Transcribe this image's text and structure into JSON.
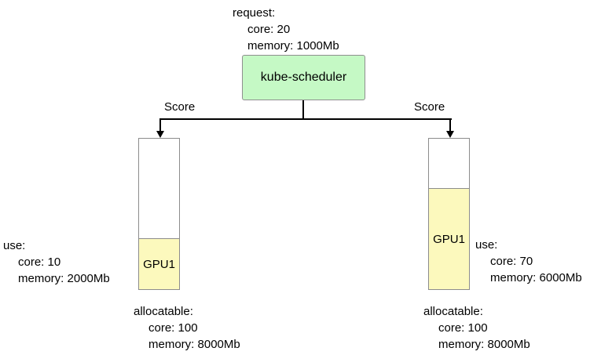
{
  "colors": {
    "scheduler_fill": "#c5f9c5",
    "gpu_fill": "#fcf9bd",
    "box_border": "#8c8c8c",
    "line": "#000000"
  },
  "request": {
    "title": "request:",
    "lines": [
      "core: 20",
      "memory: 1000Mb"
    ]
  },
  "scheduler": {
    "label": "kube-scheduler"
  },
  "edges": {
    "left_label": "Score",
    "right_label": "Score"
  },
  "nodes": [
    {
      "gpu_label": "GPU1",
      "use": {
        "title": "use:",
        "lines": [
          "core: 10",
          "memory: 2000Mb"
        ]
      },
      "allocatable": {
        "title": "allocatable:",
        "lines": [
          "core: 100",
          "memory: 8000Mb"
        ]
      }
    },
    {
      "gpu_label": "GPU1",
      "use": {
        "title": "use:",
        "lines": [
          "core: 70",
          "memory: 6000Mb"
        ]
      },
      "allocatable": {
        "title": "allocatable:",
        "lines": [
          "core: 100",
          "memory: 8000Mb"
        ]
      }
    }
  ]
}
